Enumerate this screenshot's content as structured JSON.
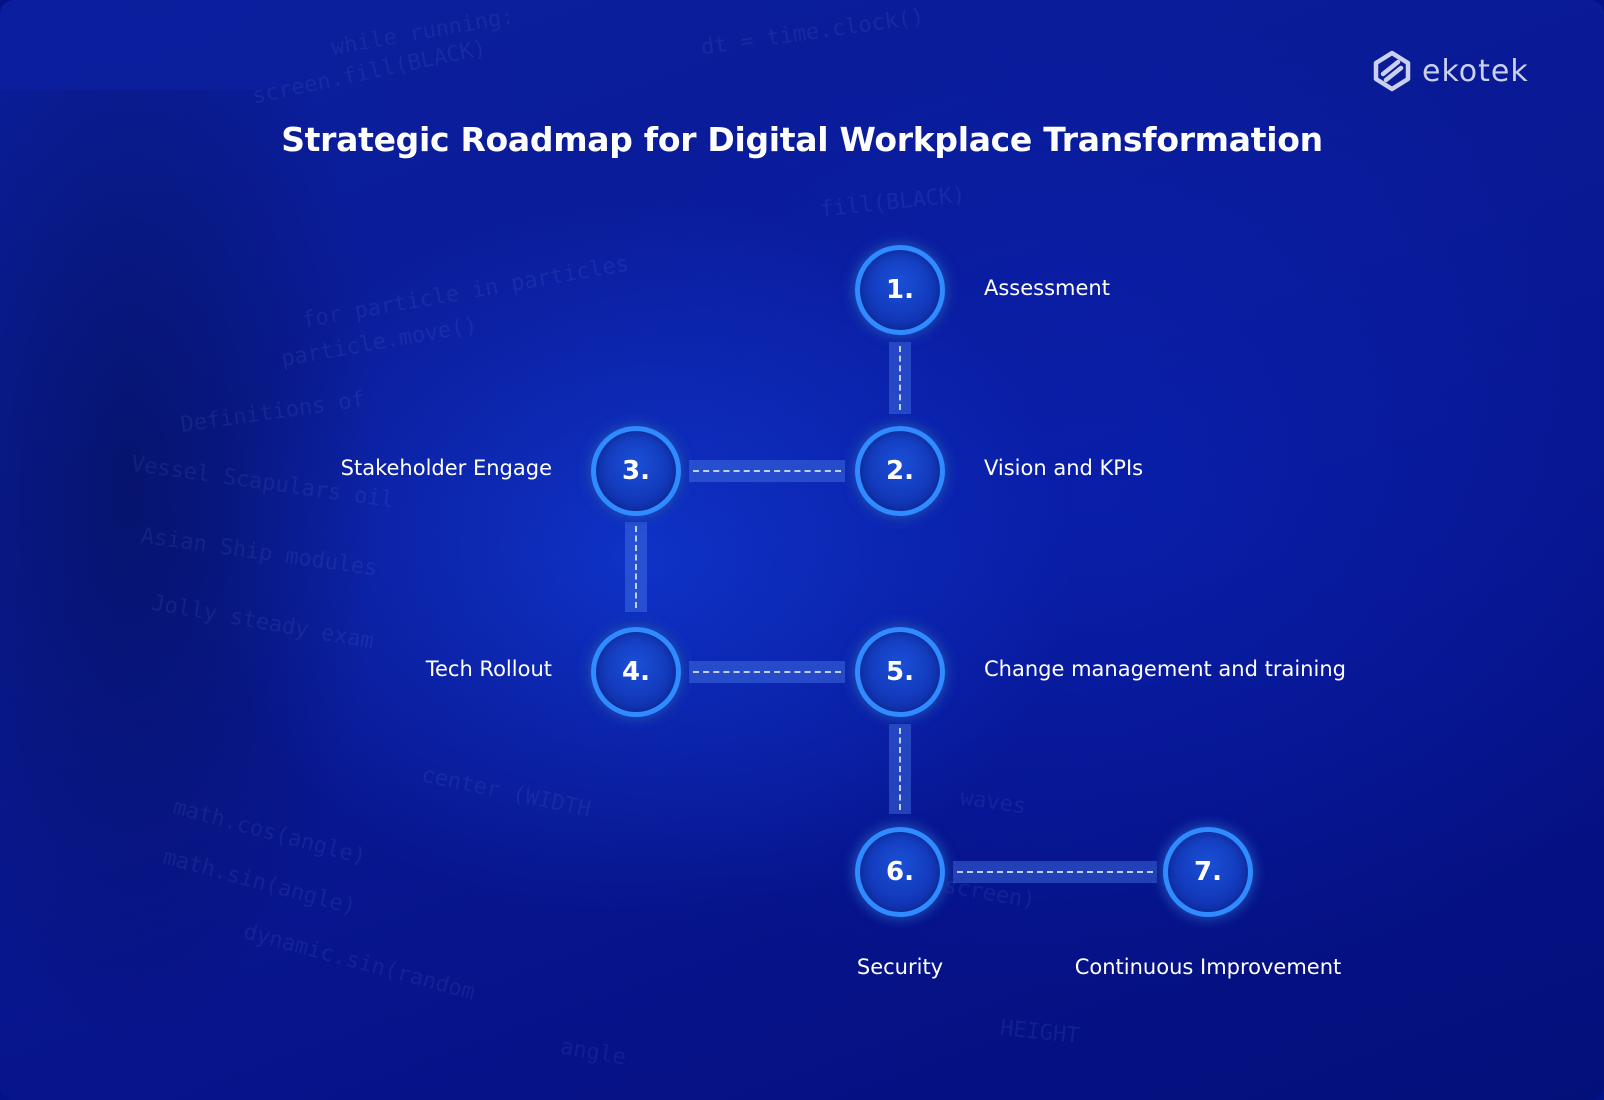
{
  "title": "Strategic Roadmap for Digital Workplace Transformation",
  "brand": {
    "name": "ekotek",
    "logo_icon": "ekotek-logo-icon"
  },
  "colors": {
    "ring": "#2f8bff",
    "background": "#0a1a96",
    "text": "#ffffff"
  },
  "steps": [
    {
      "number": "1.",
      "label": "Assessment"
    },
    {
      "number": "2.",
      "label": "Vision and KPIs"
    },
    {
      "number": "3.",
      "label": "Stakeholder Engage"
    },
    {
      "number": "4.",
      "label": "Tech Rollout"
    },
    {
      "number": "5.",
      "label": "Change management and training"
    },
    {
      "number": "6.",
      "label": "Security"
    },
    {
      "number": "7.",
      "label": "Continuous Improvement"
    }
  ]
}
